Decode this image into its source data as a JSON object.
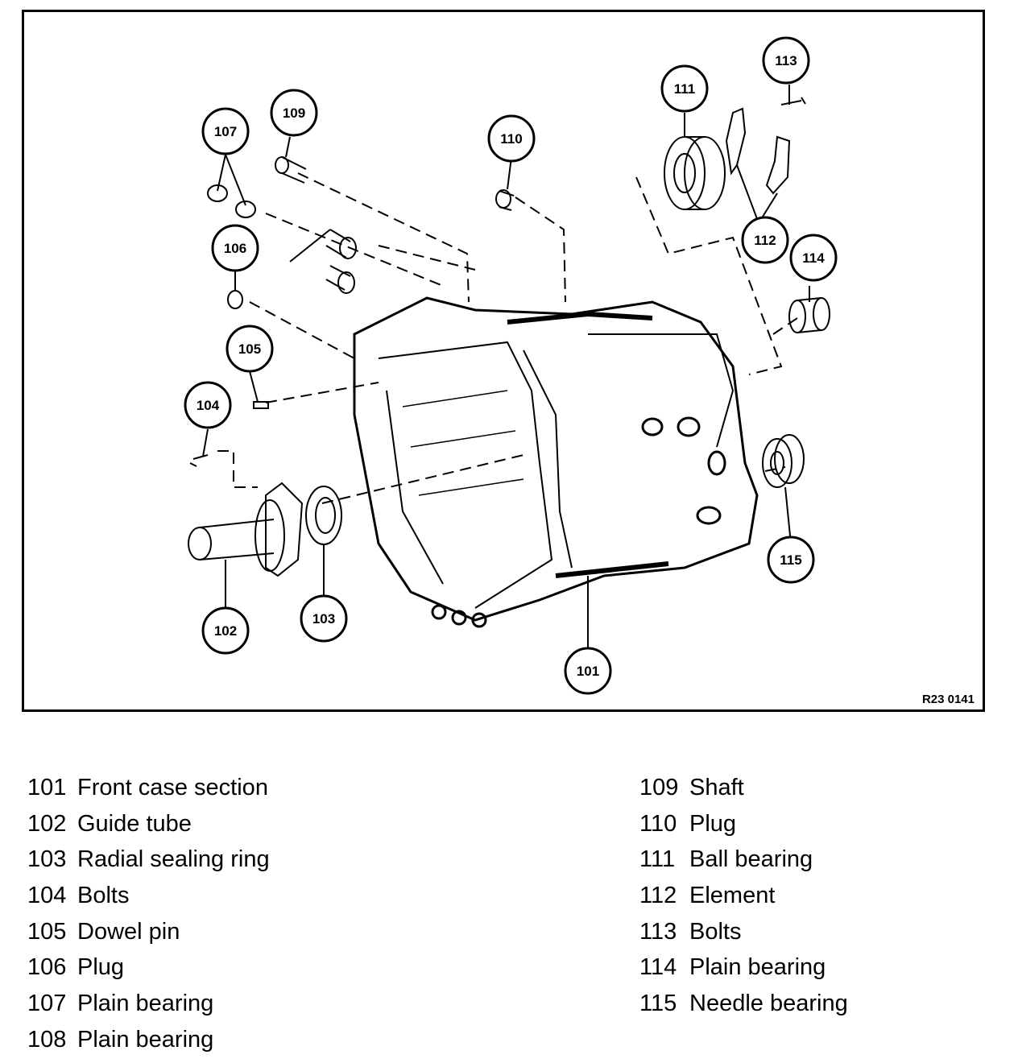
{
  "figure_ref": "R23 0141",
  "callouts": [
    {
      "id": "101",
      "name": "Front case section"
    },
    {
      "id": "102",
      "name": "Guide tube"
    },
    {
      "id": "103",
      "name": "Radial sealing ring"
    },
    {
      "id": "104",
      "name": "Bolts"
    },
    {
      "id": "105",
      "name": "Dowel pin"
    },
    {
      "id": "106",
      "name": "Plug"
    },
    {
      "id": "107",
      "name": "Plain bearing"
    },
    {
      "id": "108",
      "name": "Plain bearing"
    },
    {
      "id": "109",
      "name": "Shaft"
    },
    {
      "id": "110",
      "name": "Plug"
    },
    {
      "id": "111",
      "name": "Ball bearing"
    },
    {
      "id": "112",
      "name": "Element"
    },
    {
      "id": "113",
      "name": "Bolts"
    },
    {
      "id": "114",
      "name": "Plain bearing"
    },
    {
      "id": "115",
      "name": "Needle bearing"
    }
  ],
  "diagram_labels": {
    "l101": "101",
    "l102": "102",
    "l103": "103",
    "l104": "104",
    "l105": "105",
    "l106": "106",
    "l107": "107",
    "l109": "109",
    "l110": "110",
    "l111": "111",
    "l112": "112",
    "l113": "113",
    "l114": "114",
    "l115": "115"
  }
}
